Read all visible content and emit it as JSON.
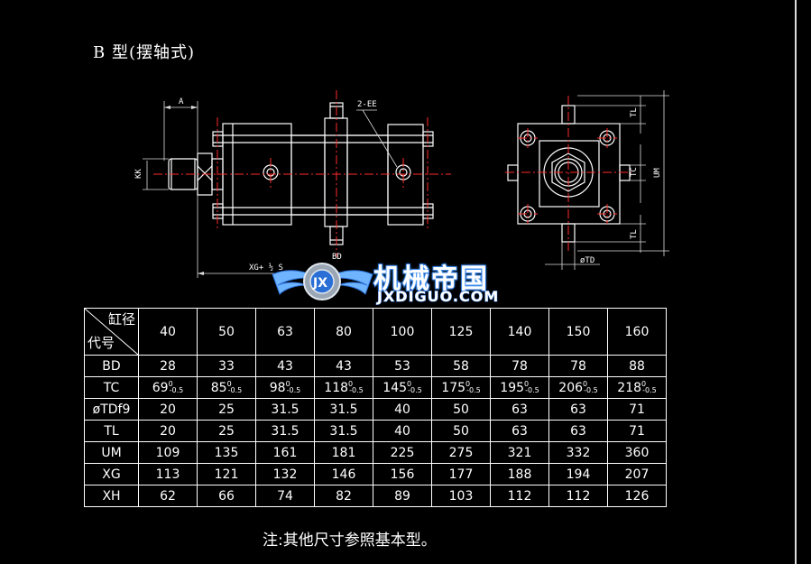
{
  "title": "B 型(摆轴式)",
  "drawing_labels": {
    "a": "A",
    "ee": "2-EE",
    "kk": "KK",
    "xg": "XG+ ½ S",
    "bd": "BD",
    "tl_top": "TL",
    "tc": "TC",
    "um": "UM",
    "tl_bottom": "TL",
    "td": "øTD"
  },
  "watermark": {
    "chinese": "机械帝国",
    "english": "JXDIGUO.COM"
  },
  "table": {
    "corner_top": "缸径",
    "corner_bottom": "代号",
    "bores": [
      "40",
      "50",
      "63",
      "80",
      "100",
      "125",
      "140",
      "150",
      "160"
    ],
    "rows": [
      {
        "code": "BD",
        "values": [
          "28",
          "33",
          "43",
          "43",
          "53",
          "58",
          "78",
          "78",
          "88"
        ]
      },
      {
        "code": "TC",
        "values": [
          "69",
          "85",
          "98",
          "118",
          "145",
          "175",
          "195",
          "206",
          "218"
        ],
        "tolerance_upper": "0",
        "tolerance_lower": "-0.5"
      },
      {
        "code": "øTDf9",
        "values": [
          "20",
          "25",
          "31.5",
          "31.5",
          "40",
          "50",
          "63",
          "63",
          "71"
        ]
      },
      {
        "code": "TL",
        "values": [
          "20",
          "25",
          "31.5",
          "31.5",
          "40",
          "50",
          "63",
          "63",
          "71"
        ]
      },
      {
        "code": "UM",
        "values": [
          "109",
          "135",
          "161",
          "181",
          "225",
          "275",
          "321",
          "332",
          "360"
        ]
      },
      {
        "code": "XG",
        "values": [
          "113",
          "121",
          "132",
          "146",
          "156",
          "177",
          "188",
          "194",
          "207"
        ]
      },
      {
        "code": "XH",
        "values": [
          "62",
          "66",
          "74",
          "82",
          "89",
          "103",
          "112",
          "112",
          "126"
        ]
      }
    ]
  },
  "note": "注:其他尺寸参照基本型。",
  "colors": {
    "background": "#000000",
    "lines": "#ffffff",
    "centerlines": "#ff2a2a",
    "dimensions": "#dcdcdc",
    "logo_blue": "#2a6fd6"
  }
}
